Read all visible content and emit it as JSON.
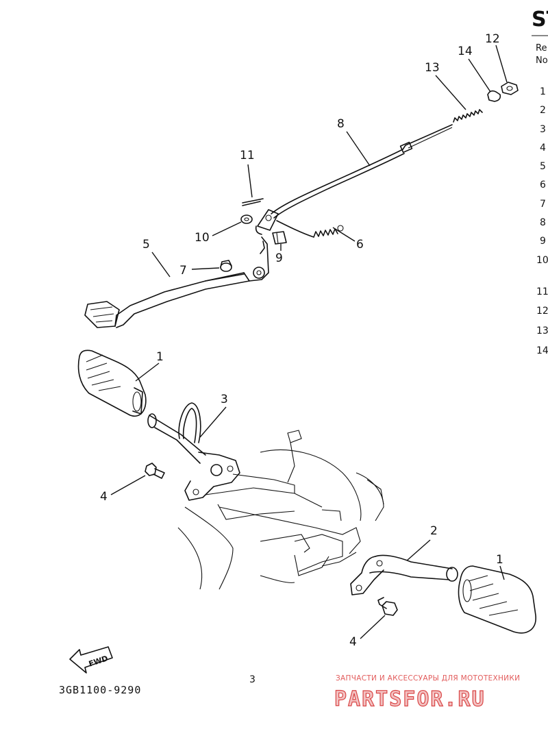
{
  "header": {
    "title_fragment": "ST",
    "column_ref_fragment": "Re",
    "column_no_fragment": "No"
  },
  "ref_column": [
    "1",
    "2",
    "3",
    "4",
    "5",
    "6",
    "7",
    "8",
    "9",
    "10",
    "11",
    "12",
    "13",
    "14"
  ],
  "callouts": {
    "c1_top": "1",
    "c1_bottom": "1",
    "c2": "2",
    "c3": "3",
    "c4_left": "4",
    "c4_bottom": "4",
    "c5": "5",
    "c6": "6",
    "c7": "7",
    "c8": "8",
    "c9": "9",
    "c10": "10",
    "c11": "11",
    "c12": "12",
    "c13": "13",
    "c14": "14"
  },
  "fwd_label": "FWD",
  "diagram_code": "3GB1100-9290",
  "page_mark": "3",
  "watermark": {
    "tagline": "ЗАПЧАСТИ И АКСЕССУАРЫ ДЛЯ МОТОТЕХНИКИ",
    "brand": "PARTSFOR.RU",
    "brand_color": "#d94545"
  }
}
